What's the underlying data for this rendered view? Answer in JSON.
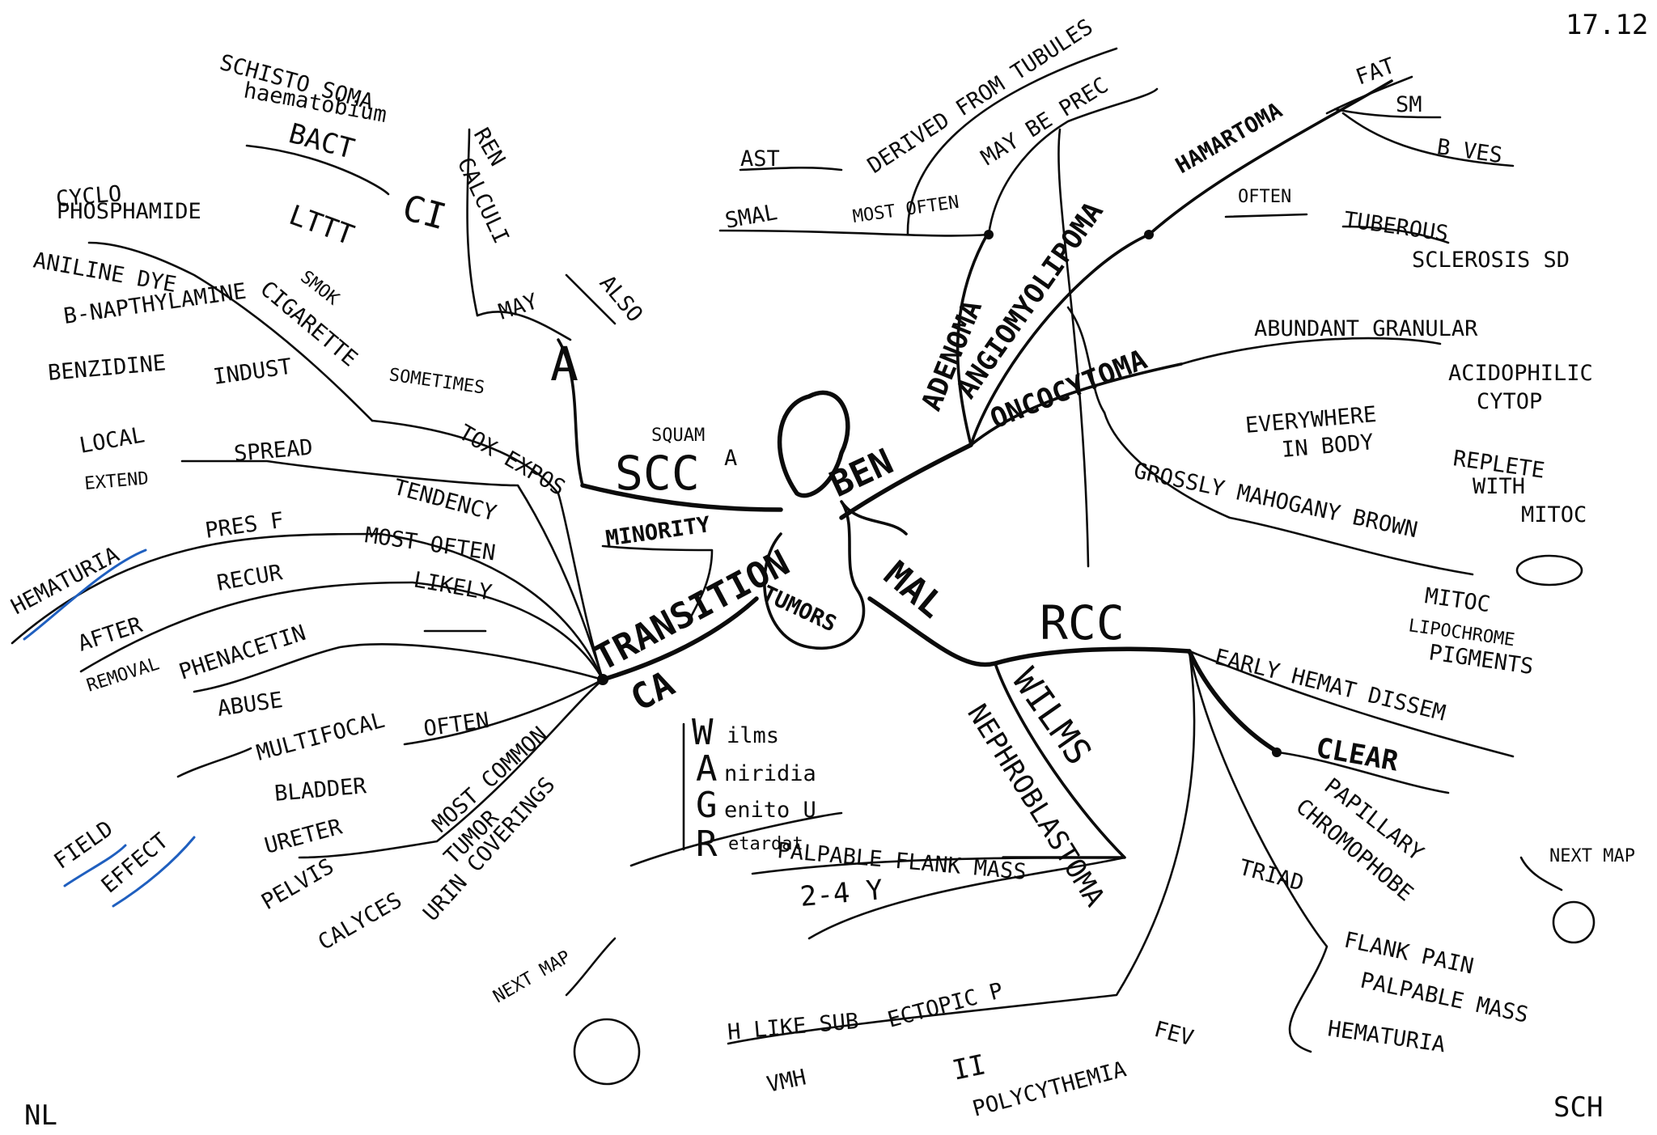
{
  "corner": {
    "date": "17.12",
    "initials_left": "NL",
    "initials_right": "SCH"
  },
  "center": {
    "label": "TUMORS"
  },
  "branches": {
    "ben": "BEN",
    "mal": "MAL",
    "scc_sup": "SQUAM",
    "scc": "SCC",
    "scc_a": "A",
    "transition": "TRANSITION",
    "ca": "CA",
    "rcc": "RCC",
    "minority": "MINORITY"
  },
  "benign": {
    "adenoma": "ADENOMA",
    "most_often": "MOST OFTEN",
    "small": "SMAL",
    "ast": "AST",
    "derived": "DERIVED FROM TUBULES",
    "may_be_prec": "MAY BE PREC",
    "angiomyolipoma": "ANGIOMYOLIPOMA",
    "hamartoma": "HAMARTOMA",
    "fat": "FAT",
    "sm": "SM",
    "b_ves": "B VES",
    "often": "OFTEN",
    "tuberous": "TUBEROUS",
    "sclerosis": "SCLEROSIS SD",
    "oncocytoma": "ONCOCYTOMA",
    "abundant": "ABUNDANT GRANULAR",
    "acidophilic": "ACIDOPHILIC",
    "cytop": "CYTOP",
    "replete": "REPLETE",
    "with": "WITH",
    "mitoc": "MITOC",
    "mitoc2": "MITOC",
    "lipochrome": "LIPOCHROME",
    "pigments": "PIGMENTS",
    "grossly": "GROSSLY MAHOGANY BROWN",
    "everywhere": "EVERYWHERE",
    "in_body": "IN BODY"
  },
  "squamous": {
    "ren": "REN",
    "calculi": "CALCULI",
    "may": "MAY",
    "also": "ALSO",
    "a": "A"
  },
  "transitional": {
    "schisto": "SCHISTO SOMA",
    "haemato": "haematobium",
    "bact": "BACT",
    "ci": "CI",
    "cyclo": "CYCLO",
    "phos": "PHOSPHAMIDE",
    "ltttt": "LTTT",
    "aniline": "ANILINE DYE",
    "naphthyl": "B-NAPTHYLAMINE",
    "benzidine": "BENZIDINE",
    "indust": "INDUST",
    "smok": "SMOK",
    "cigarette": "CIGARETTE",
    "sometimes": "SOMETIMES",
    "tox": "TOX EXPOS",
    "local": "LOCAL",
    "extend": "EXTEND",
    "spread": "SPREAD",
    "tendency": "TENDENCY",
    "hematuria": "HEMATURIA",
    "pres": "PRES F",
    "most_often": "MOST OFTEN",
    "after": "AFTER",
    "removal": "REMOVAL",
    "recur": "RECUR",
    "likely": "LIKELY",
    "phenacetin": "PHENACETIN",
    "abuse": "ABUSE",
    "multifocal": "MULTIFOCAL",
    "often": "OFTEN",
    "field": "FIELD",
    "effect": "EFFECT",
    "bladder": "BLADDER",
    "ureter": "URETER",
    "pelvis": "PELVIS",
    "calyces": "CALYCES",
    "most_common": "MOST COMMON",
    "tumor": "TUMOR",
    "urin": "URIN COVERINGS",
    "coverings": "COVERINGS"
  },
  "wilms": {
    "wilms": "WILMS",
    "nephro": "NEPHROBLASTOMA",
    "w": "W",
    "ilms": "ilms",
    "a": "A",
    "aniridia": "niridia",
    "g": "G",
    "genito": "enito U",
    "r": "R",
    "retardation": "etardat",
    "palpable": "PALPABLE FLANK MASS",
    "age": "2-4 Y"
  },
  "rcc": {
    "early": "EARLY HEMAT DISSEM",
    "clear": "CLEAR",
    "papillary": "PAPILLARY",
    "chromophobe": "CHROMOPHOBE",
    "triad": "TRIAD",
    "flank_pain": "FLANK PAIN",
    "palp_mass": "PALPABLE MASS",
    "hematuria": "HEMATURIA",
    "h_like": "H LIKE SUB",
    "ectopic": "ECTOPIC P",
    "fev": "FEV",
    "vmh": "VMH",
    "ii": "II",
    "poly": "POLYCYTHEMIA",
    "next_map": "NEXT MAP",
    "next_map2": "NEXT MAP"
  }
}
